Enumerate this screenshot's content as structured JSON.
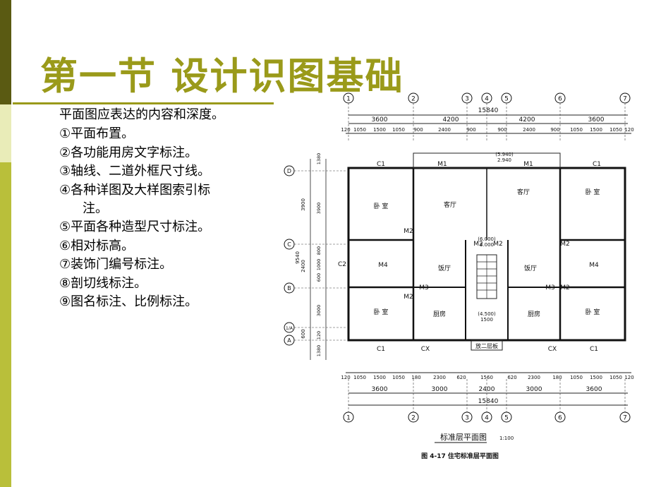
{
  "slide": {
    "title": "第一节  设计识图基础",
    "intro": "平面图应表达的内容和深度。",
    "items": [
      "①平面布置。",
      "②各功能用房文字标注。",
      "③轴线、二道外框尺寸线。",
      "④各种详图及大样图索引标",
      "注。",
      "⑤平面各种造型尺寸标注。",
      "⑥相对标高。",
      "⑦装饰门编号标注。",
      "⑧剖切线标注。",
      "⑨图名标注、比例标注。"
    ]
  },
  "floor_plan": {
    "axis_numbers": [
      "1",
      "2",
      "3",
      "4",
      "5",
      "6",
      "7"
    ],
    "axis_letters": [
      "D",
      "C",
      "B",
      "1/A",
      "A"
    ],
    "top_total": "15840",
    "top_spans": [
      "3600",
      "4200",
      "4200",
      "3600"
    ],
    "top_detail": [
      "120",
      "1050",
      "1500",
      "1050",
      "900",
      "2400",
      "900",
      "900",
      "2400",
      "900",
      "1050",
      "1500",
      "1050",
      "120"
    ],
    "bottom_detail": [
      "120",
      "1050",
      "1500",
      "1050",
      "180",
      "2300",
      "620",
      "1560",
      "620",
      "2300",
      "180",
      "1050",
      "1500",
      "1050",
      "120"
    ],
    "bottom_spans": [
      "3600",
      "3000",
      "2400",
      "3000",
      "3600"
    ],
    "bottom_total": "15840",
    "left_outer": [
      "3900",
      "2400",
      "9540",
      "600"
    ],
    "left_inner": [
      "1380",
      "3900",
      "800",
      "1000",
      "600",
      "3000",
      "120",
      "1380"
    ],
    "rooms": {
      "bedroom": "卧 室",
      "living": "客厅",
      "dining": "饭厅",
      "kitchen": "厨房",
      "stairs_note": "放二层板"
    },
    "doors": [
      "M1",
      "M2",
      "M3",
      "M4",
      "C1",
      "C2",
      "CX"
    ],
    "elevations": [
      "(5.940)",
      "2.940",
      "(4.500)",
      "1500",
      "(6.000)",
      "3.000"
    ],
    "drawing_title": "标准层平面图",
    "scale": "1:100",
    "caption": "图 4-17    住宅标准层平面图"
  }
}
